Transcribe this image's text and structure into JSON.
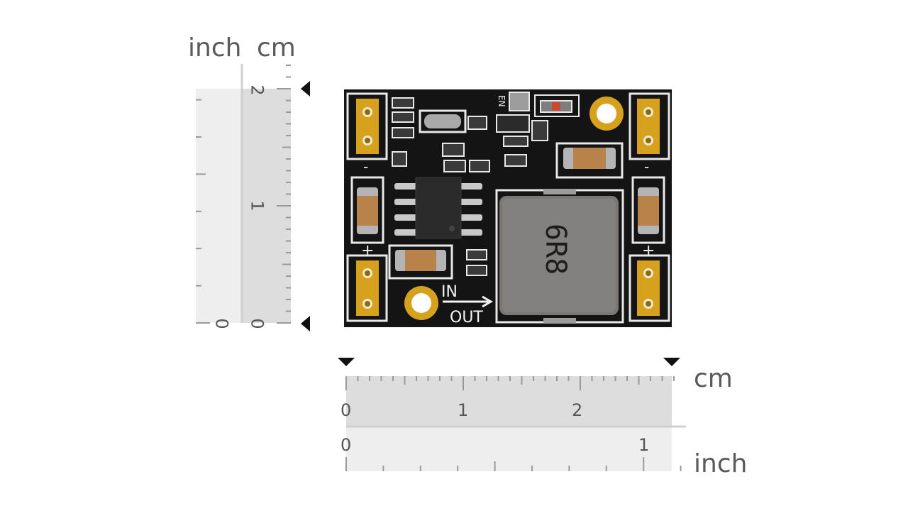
{
  "vertical_ruler": {
    "inch_label": "inch",
    "cm_label": "cm",
    "cm_numbers": [
      "2",
      "1",
      "0"
    ],
    "inch_numbers": [
      "0"
    ]
  },
  "horizontal_ruler": {
    "cm_label": "cm",
    "inch_label": "inch",
    "cm_numbers": [
      "0",
      "1",
      "2"
    ],
    "inch_numbers": [
      "0",
      "1"
    ]
  },
  "board": {
    "inductor_marking": "6R8",
    "silk_in": "IN",
    "silk_out": "OUT",
    "silk_en": "EN",
    "silk_minus_left": "-",
    "silk_minus_right": "-",
    "silk_plus_left": "+",
    "silk_plus_right": "+"
  },
  "colors": {
    "pcb": "#141414",
    "pad_gold": "#d6a21e",
    "ruler_cm": "#dddddd",
    "ruler_inch": "#eeeeee",
    "inductor": "#7a7774"
  }
}
